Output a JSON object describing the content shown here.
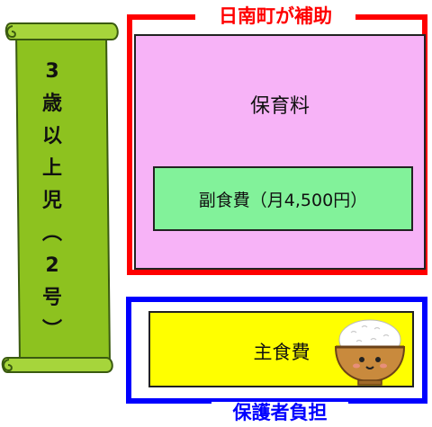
{
  "category": {
    "chars": [
      "3",
      "歳",
      "以",
      "上",
      "児",
      "︵",
      "2",
      "号",
      "︶"
    ]
  },
  "subsidy": {
    "title": "日南町が補助",
    "childcare_fee": "保育料",
    "side_dish_fee": "副食費（月4,500円）"
  },
  "guardian": {
    "title": "保護者負担",
    "staple_food_fee": "主食費"
  },
  "colors": {
    "subsidy_border": "#ff0000",
    "guardian_border": "#0000ff",
    "childcare_fill": "#f7b3f7",
    "side_dish_fill": "#82f29a",
    "staple_fill": "#ffff00",
    "scroll_fill": "#8dc21f"
  },
  "icons": [
    "scroll-icon",
    "rice-bowl-icon"
  ]
}
